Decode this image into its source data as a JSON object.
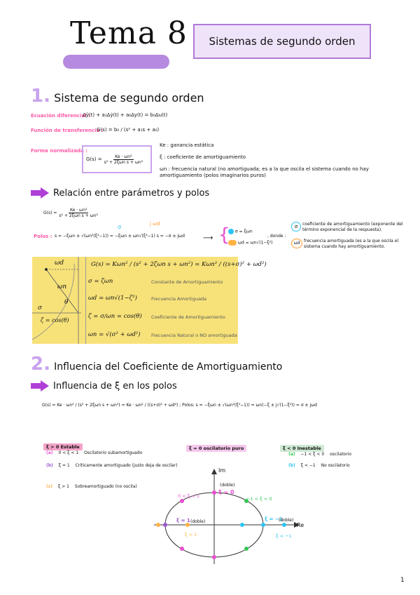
{
  "header": {
    "title": "Tema 8",
    "topic": "Sistemas de segundo orden"
  },
  "section1": {
    "number": "1.",
    "title": "Sistema de segundo orden",
    "diff_label": "Ecuación diferencial :",
    "diff_eq": "Δÿ(t) + a₁Δẏ(t) + a₀Δy(t) = b₀Δu(t)",
    "tf_label": "Función de transferencia :",
    "tf_eq": "G(s) = b₀ / (s² + a₁s + a₀)",
    "norm_label": "Forma normalizada :",
    "norm_eq_num": "Ke · ωn²",
    "norm_eq_den": "s² + 2ξωn s + ωn²",
    "norm_prefix": "G(s) =",
    "defs": [
      "Ke : ganancia estática",
      "ξ : coeficiente de amortiguamiento",
      "ωn : frecuencia natural (no amortiguada; es a la que oscila el sistema cuando no hay amortiguamiento (polos imaginarios puros)"
    ]
  },
  "relation": {
    "title": "Relación entre parámetros y polos",
    "g_prefix": "G(s) =",
    "g_num": "Ke · ωn²",
    "g_den": "s² + 2ξωn s + ωn²",
    "polos_label": "Polos :",
    "polos_eq": "s = −ξωn ± √(ωn²(ξ²−1)) = −ξωn ± ωn√(ξ²−1)  s = −σ ± jωd",
    "sigma_top": "σ",
    "jwd_top": "j ωd",
    "sigma_def": "σ = ξωn",
    "wd_def": "ωd = ωn√(1−ξ²)",
    "donde": ", donde :",
    "sigma_note": "coeficiente de amortiguamiento (exponente del término exponencial de la respuesta).",
    "wd_note": "frecuencia amortiguada (es a la que oscila el sistema cuando hay amortiguamiento.",
    "sigma_icon": "σ",
    "wd_icon": "ωd"
  },
  "table": {
    "formula_main": "G(s) = Kωn² / (s² + 2ζωn s + ωn²) = Kωn² / ((s+σ)² + ωd²)",
    "rows": [
      {
        "f": "σ = ζωn",
        "t": "Constante de Amortiguamiento"
      },
      {
        "f": "ωd = ωn√(1−ζ²)",
        "t": "Frecuencia Amortiguada"
      },
      {
        "f": "ζ = σ/ωn = cos(θ)",
        "t": "Coeficiente de Amortiguamiento"
      },
      {
        "f": "ωn = √(σ² + ωd²)",
        "t": "Frecuencia Natural o NO amortiguada"
      }
    ],
    "plot_labels": {
      "wd": "ωd",
      "wn": "ωn",
      "theta": "θ",
      "sigma": "σ",
      "zeta": "ζ = cos(θ)"
    }
  },
  "section2": {
    "number": "2.",
    "title": "Influencia del Coeficiente de Amortiguamiento",
    "sub_title": "Influencia de ξ en los polos",
    "g_eq": "G(s) = Ke · ωn² / (s² + 2ξωn s + ωn²) = Ke · ωn² / ((s+σ)² + ωd²) ;  Polos:  s = −ξωn ± √(ωn²(ξ²−1)) = ωn(−ξ ± j√(1−ξ²)) = σ ± jωd",
    "stable": {
      "tag": "ξ > 0   Estable",
      "items": [
        {
          "k": "(a)",
          "c": "0 < ξ < 1",
          "d": "Oscilatorio subamortiguado"
        },
        {
          "k": "(b)",
          "c": "ξ = 1",
          "d": "Críticamente amortiguado (justo deja de oscilar)"
        },
        {
          "k": "(c)",
          "c": "ξ > 1",
          "d": "Sobreamortiguado (no oscila)"
        }
      ]
    },
    "pure": {
      "tag": "ξ = 0   oscilatorio puro"
    },
    "unstable": {
      "tag": "ξ < 0   Inestable",
      "items": [
        {
          "k": "(a)",
          "c": "−1 < ξ < 0",
          "d": "oscilatorio"
        },
        {
          "k": "(b)",
          "c": "ξ < −1",
          "d": "No oscilatorio"
        }
      ]
    },
    "plot": {
      "im": "Im",
      "re": "Re",
      "doble_top": "(doble)",
      "xi0": "ξ = 0",
      "xi_01": "0 < ξ < 1",
      "xi_m10": "−1 < ξ < 0",
      "xi1": "ξ = 1",
      "doble_l": "(doble)",
      "xim1": "ξ = −1",
      "doble_r": "(doble)",
      "xig1": "ξ > 1",
      "xil1": "ξ < −1"
    }
  },
  "page_number": "1",
  "colors": {
    "purple": "#b07ad8",
    "pink": "#ff5aa8",
    "orange": "#ffb347",
    "green": "#34c759",
    "blue": "#2ec4f0",
    "yellow": "#f7e27a",
    "magenta": "#e84fd0"
  }
}
